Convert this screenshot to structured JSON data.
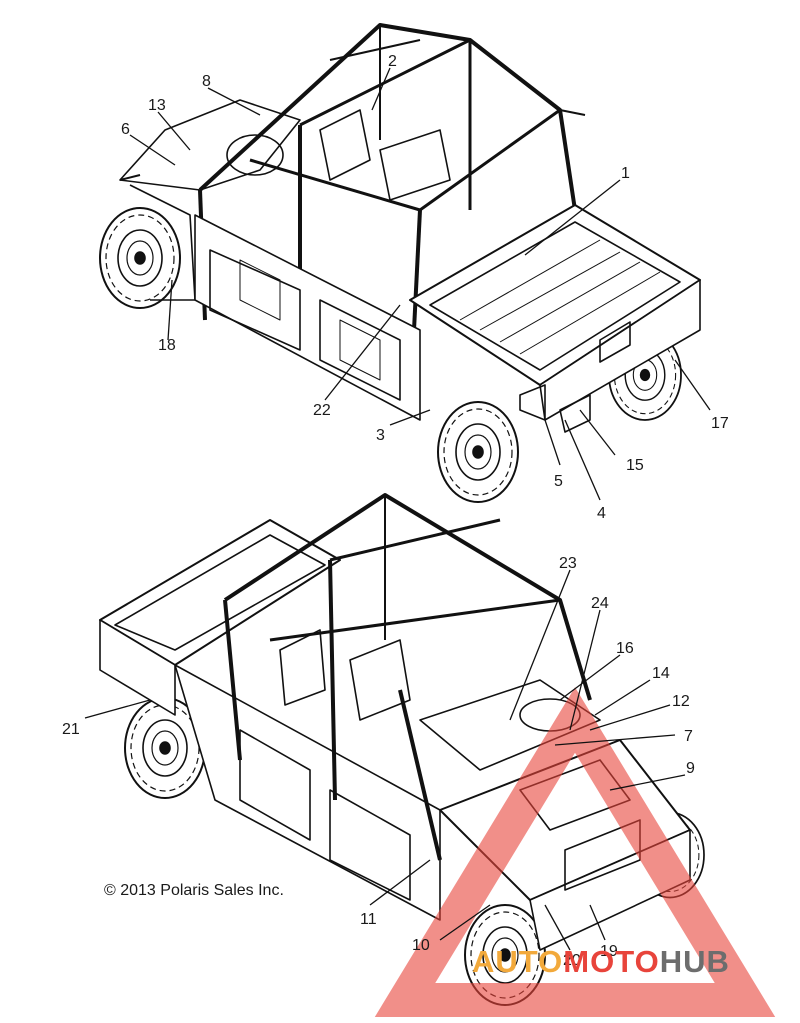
{
  "diagram": {
    "copyright": "© 2013 Polaris Sales Inc.",
    "callouts": [
      "1",
      "2",
      "3",
      "4",
      "5",
      "6",
      "7",
      "8",
      "9",
      "10",
      "11",
      "12",
      "13",
      "14",
      "15",
      "16",
      "17",
      "18",
      "19",
      "20",
      "21",
      "22",
      "23",
      "24"
    ]
  },
  "watermark": {
    "part1": "AUTO",
    "part2": "MOTO",
    "part3": "HUB",
    "colors": {
      "auto": "#f2a93b",
      "moto": "#e8443b",
      "hub": "#6d6d6d"
    }
  }
}
